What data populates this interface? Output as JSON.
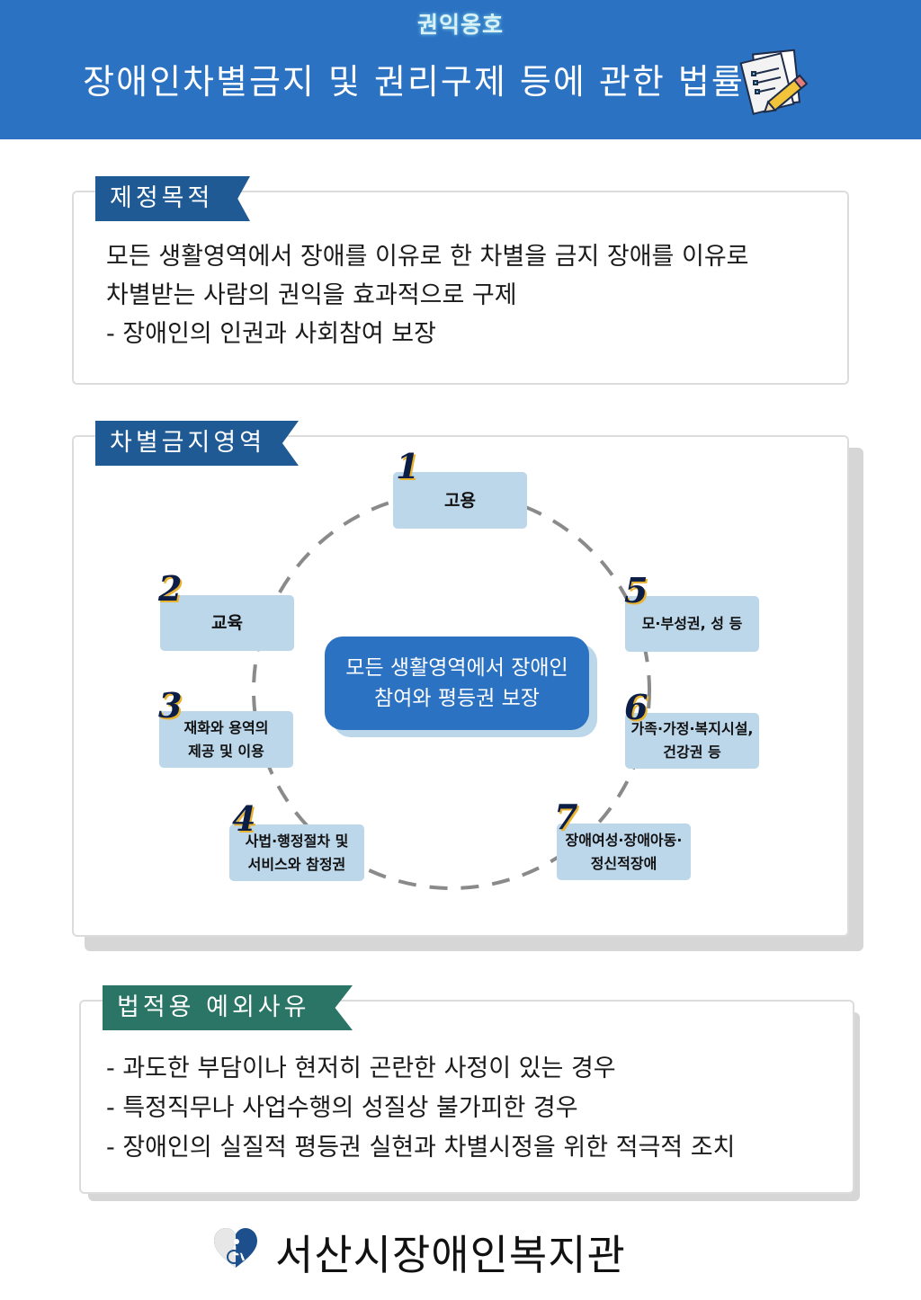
{
  "header": {
    "kicker": "권익옹호",
    "title": "장애인차별금지 및 권리구제 등에 관한 법률"
  },
  "purpose": {
    "heading": "제정목적",
    "lines": [
      "모든 생활영역에서 장애를 이유로 한 차별을 금지 장애를 이유로",
      "차별받는 사람의 권익을 효과적으로 구제",
      "- 장애인의 인권과 사회참여 보장"
    ]
  },
  "areas": {
    "heading": "차별금지영역",
    "center": [
      "모든 생활영역에서 장애인",
      "참여와 평등권 보장"
    ],
    "items": [
      {
        "num": "1",
        "lines": [
          "고용"
        ]
      },
      {
        "num": "2",
        "lines": [
          "교육"
        ]
      },
      {
        "num": "3",
        "lines": [
          "재화와 용역의",
          "제공 및 이용"
        ]
      },
      {
        "num": "4",
        "lines": [
          "사법·행정절차 및",
          "서비스와 참정권"
        ]
      },
      {
        "num": "5",
        "lines": [
          "모·부성권, 성 등"
        ]
      },
      {
        "num": "6",
        "lines": [
          "가족·가정·복지시설,",
          "건강권 등"
        ]
      },
      {
        "num": "7",
        "lines": [
          "장애여성·장애아동·",
          "정신적장애"
        ]
      }
    ]
  },
  "exceptions": {
    "heading": "법적용 예외사유",
    "lines": [
      "- 과도한 부담이나 현저히 곤란한 사정이 있는 경우",
      "- 특정직무나 사업수행의 성질상 불가피한 경우",
      "- 장애인의 실질적 평등권 실현과 차별시정을 위한 적극적 조치"
    ]
  },
  "footer": {
    "org_name": "서산시장애인복지관",
    "logo_icon": "heart-wheelchair-icon"
  },
  "colors": {
    "header_blue": "#2b72c2",
    "ribbon_blue": "#1f5a94",
    "ribbon_green": "#2a7566",
    "box_light_blue": "#bcd6ea"
  }
}
